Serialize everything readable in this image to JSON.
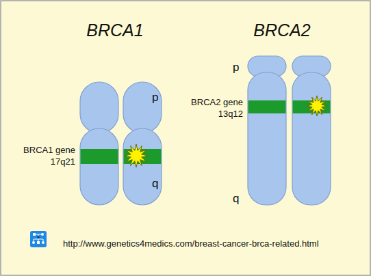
{
  "diagram": {
    "labels": [
      "BRCA1",
      "BRCA2",
      "p",
      "q",
      "BRCA1 gene",
      "17q21",
      "p",
      "q",
      "BRCA2 gene",
      "13q12",
      "http://www.genetics4medics.com/breast-cancer-brca-related.html"
    ]
  }
}
